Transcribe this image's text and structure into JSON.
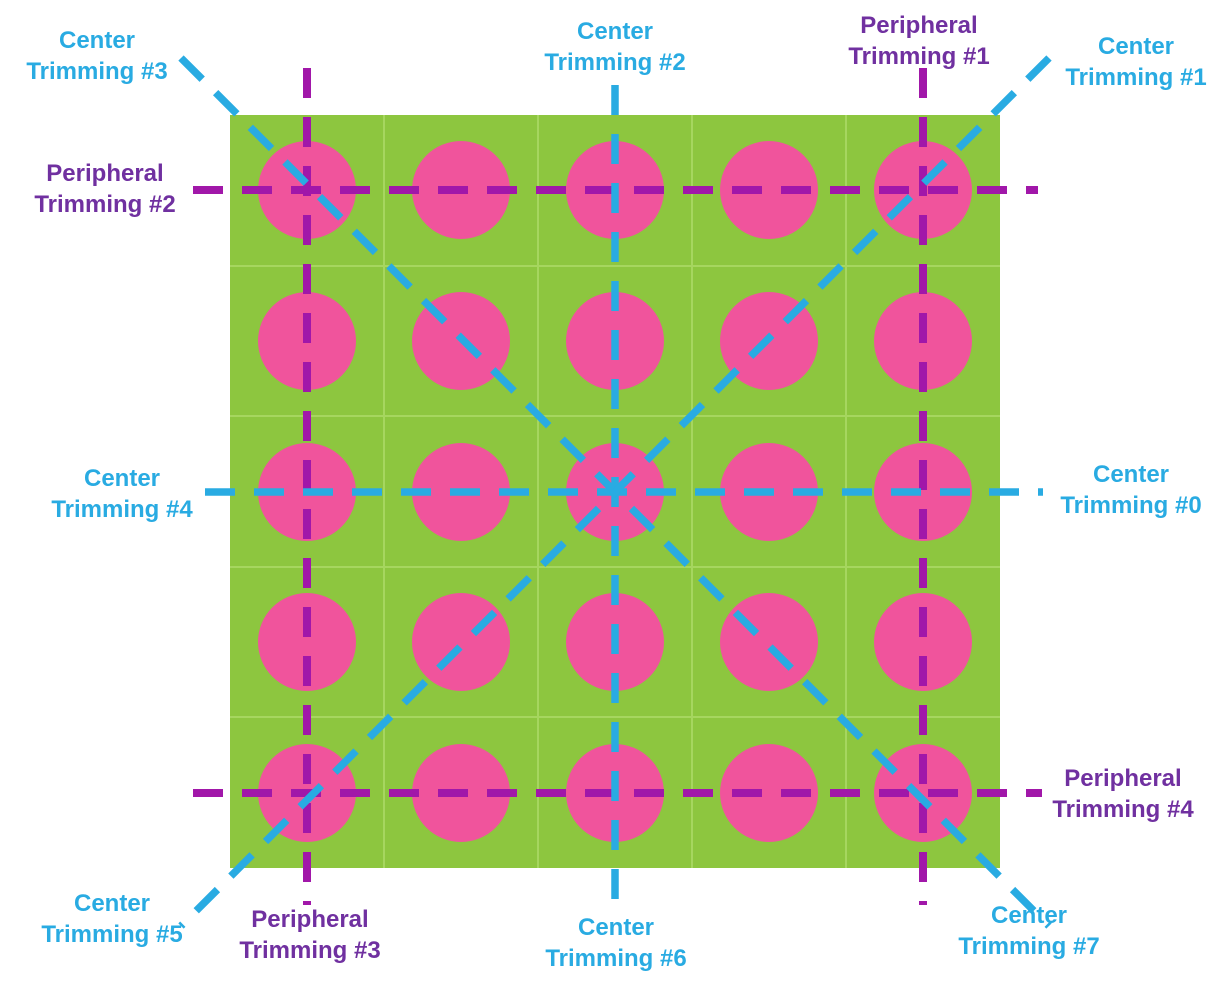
{
  "diagram": {
    "grid": {
      "rows": 5,
      "cols": 5,
      "dot_count": 25
    },
    "colors": {
      "board": "#8dc63f",
      "grid_line": "#a6d65f",
      "dot": "#f0549c",
      "center_line": "#29abe2",
      "peripheral_line": "#a117a9",
      "center_label": "#29abe2",
      "peripheral_label": "#7030a0"
    },
    "labels": {
      "center0": {
        "line1": "Center",
        "line2": "Trimming #0"
      },
      "center1": {
        "line1": "Center",
        "line2": "Trimming #1"
      },
      "center2": {
        "line1": "Center",
        "line2": "Trimming #2"
      },
      "center3": {
        "line1": "Center",
        "line2": "Trimming #3"
      },
      "center4": {
        "line1": "Center",
        "line2": "Trimming #4"
      },
      "center5": {
        "line1": "Center",
        "line2": "Trimming #5"
      },
      "center6": {
        "line1": "Center",
        "line2": "Trimming #6"
      },
      "center7": {
        "line1": "Center",
        "line2": "Trimming #7"
      },
      "peripheral1": {
        "line1": "Peripheral",
        "line2": "Trimming #1"
      },
      "peripheral2": {
        "line1": "Peripheral",
        "line2": "Trimming #2"
      },
      "peripheral3": {
        "line1": "Peripheral",
        "line2": "Trimming #3"
      },
      "peripheral4": {
        "line1": "Peripheral",
        "line2": "Trimming #4"
      }
    }
  }
}
